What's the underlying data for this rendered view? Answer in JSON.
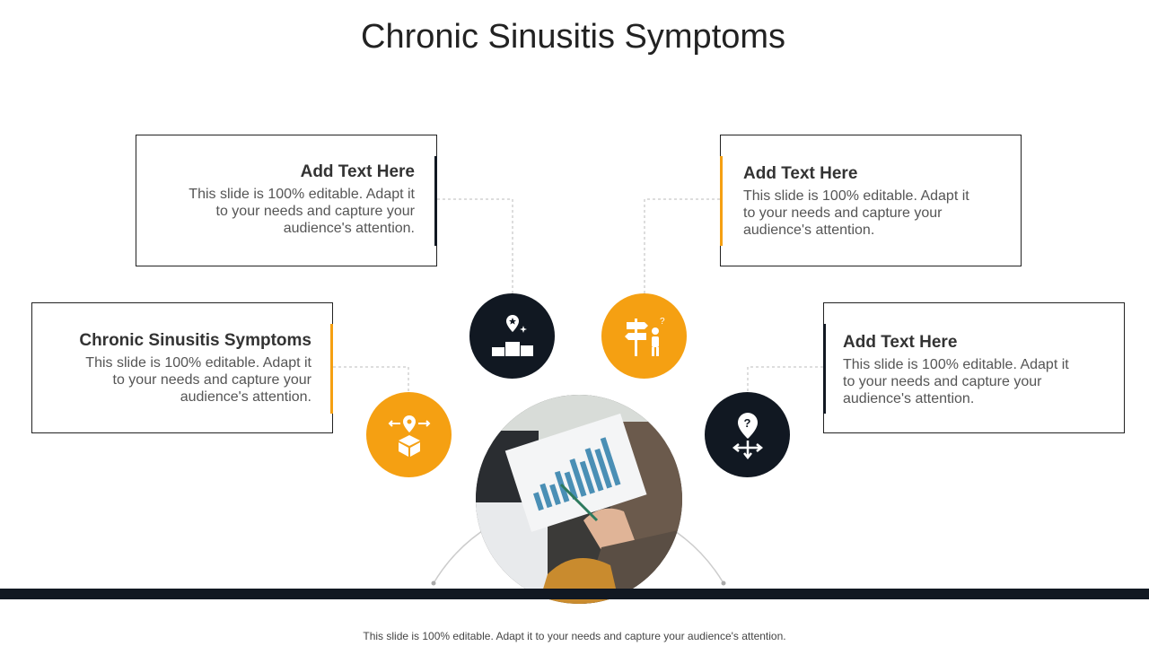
{
  "title": "Chronic Sinusitis Symptoms",
  "cards": [
    {
      "id": "tl",
      "heading": "Add Text Here",
      "body": "This slide is 100% editable. Adapt it to your needs and capture your audience's attention.",
      "accent": "#111822"
    },
    {
      "id": "ml",
      "heading": "Chronic Sinusitis Symptoms",
      "body": "This slide is 100% editable. Adapt it to your needs and capture your audience's attention.",
      "accent": "#F5A012"
    },
    {
      "id": "tr",
      "heading": "Add Text Here",
      "body": "This slide is 100% editable. Adapt it to your needs and capture your audience's attention.",
      "accent": "#F5A012"
    },
    {
      "id": "mr",
      "heading": "Add Text Here",
      "body": "This slide is 100% editable. Adapt it to your needs and capture your audience's attention.",
      "accent": "#111822"
    }
  ],
  "icons": [
    {
      "name": "location-box-icon",
      "color": "#F5A012"
    },
    {
      "name": "podium-location-icon",
      "color": "#111822"
    },
    {
      "name": "signpost-person-icon",
      "color": "#F5A012"
    },
    {
      "name": "question-directions-icon",
      "color": "#111822"
    }
  ],
  "colors": {
    "orange": "#F5A012",
    "dark": "#111822",
    "connector": "#bbbbbb"
  },
  "footer": "This slide is 100% editable. Adapt it to your needs and capture your audience's attention."
}
